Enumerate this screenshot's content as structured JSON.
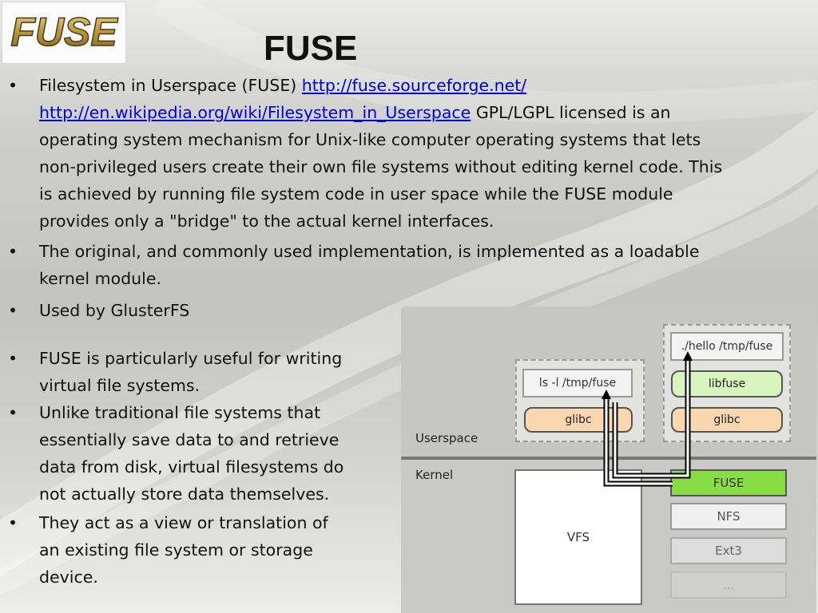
{
  "slide": {
    "title": "FUSE",
    "logo_text": "FUSE",
    "bullets": [
      {
        "lines": [
          [
            {
              "t": "Filesystem in Userspace (FUSE) "
            },
            {
              "t": "http://fuse.sourceforge.net/",
              "link": true
            }
          ],
          [
            {
              "t": "http://en.wikipedia.org/wiki/Filesystem_in_Userspace",
              "link": true
            },
            {
              "t": " GPL/LGPL licensed is an"
            }
          ],
          [
            {
              "t": "operating system mechanism for Unix-like computer operating systems that lets"
            }
          ],
          [
            {
              "t": "non-privileged users create their own file systems without editing kernel code. This"
            }
          ],
          [
            {
              "t": "is achieved by running file system code in user space while the FUSE module"
            }
          ],
          [
            {
              "t": "provides only a \"bridge\" to the actual kernel interfaces."
            }
          ]
        ]
      },
      {
        "lines": [
          [
            {
              "t": "The original, and commonly used implementation, is implemented as a loadable"
            }
          ],
          [
            {
              "t": "kernel module."
            }
          ]
        ]
      },
      {
        "lines": [
          [
            {
              "t": "Used by GlusterFS"
            }
          ]
        ]
      },
      {
        "lines": [
          [
            {
              "t": "FUSE is particularly useful for writing"
            }
          ],
          [
            {
              "t": "virtual file systems."
            }
          ]
        ]
      },
      {
        "lines": [
          [
            {
              "t": "Unlike traditional file systems that"
            }
          ],
          [
            {
              "t": "essentially save data to and retrieve"
            }
          ],
          [
            {
              "t": "data from disk, virtual filesystems do"
            }
          ],
          [
            {
              "t": "not actually store data themselves."
            }
          ]
        ]
      },
      {
        "lines": [
          [
            {
              "t": "They act as a view or translation of"
            }
          ],
          [
            {
              "t": "an existing file system or storage"
            }
          ],
          [
            {
              "t": "device."
            }
          ]
        ]
      }
    ]
  },
  "diagram": {
    "userspace_label": "Userspace",
    "kernel_label": "Kernel",
    "ls_label": "ls -l /tmp/fuse",
    "glibc_left": "glibc",
    "hello_label": "./hello /tmp/fuse",
    "libfuse": "libfuse",
    "glibc_right": "glibc",
    "vfs": "VFS",
    "fuse": "FUSE",
    "nfs": "NFS",
    "ext3": "Ext3",
    "dots": "...",
    "colors": {
      "glibc": "#fbd7b0",
      "libfuse": "#d8f5c0",
      "fuse": "#88dd44"
    }
  }
}
